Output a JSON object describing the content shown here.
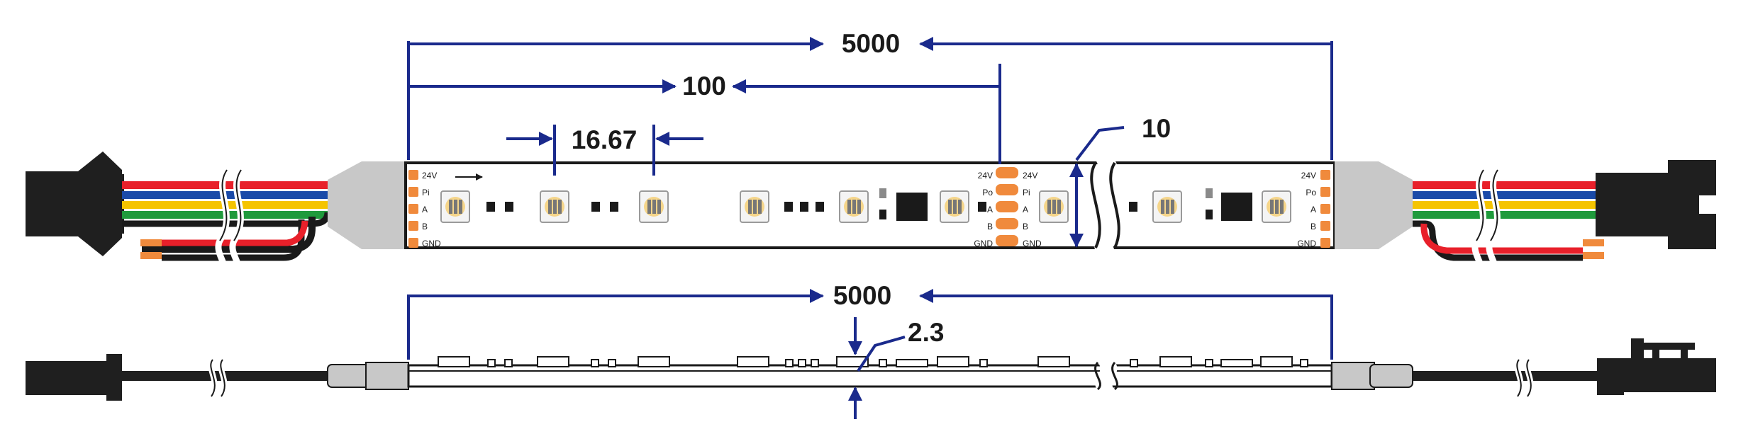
{
  "dimensions": {
    "total_length_top": "5000",
    "cut_length": "100",
    "led_pitch": "16.67",
    "width": "10",
    "total_length_side": "5000",
    "thickness": "2.3"
  },
  "pins": {
    "left_end": [
      "24V",
      "Pi",
      "A",
      "B",
      "GND"
    ],
    "cut_left": [
      "24V",
      "Po",
      "A",
      "B",
      "GND"
    ],
    "cut_right": [
      "24V",
      "Pi",
      "A",
      "B",
      "GND"
    ],
    "right_end": [
      "24V",
      "Po",
      "A",
      "B",
      "GND"
    ]
  },
  "colors": {
    "dimension_line": "#1a2a8c",
    "pad": "#f08a3c",
    "wire_red": "#e8202a",
    "wire_blue": "#1a4aa8",
    "wire_yellow": "#f5c400",
    "wire_green": "#1f9a3c",
    "connector": "#1f1f1f",
    "endcap": "#c8c8c8"
  }
}
